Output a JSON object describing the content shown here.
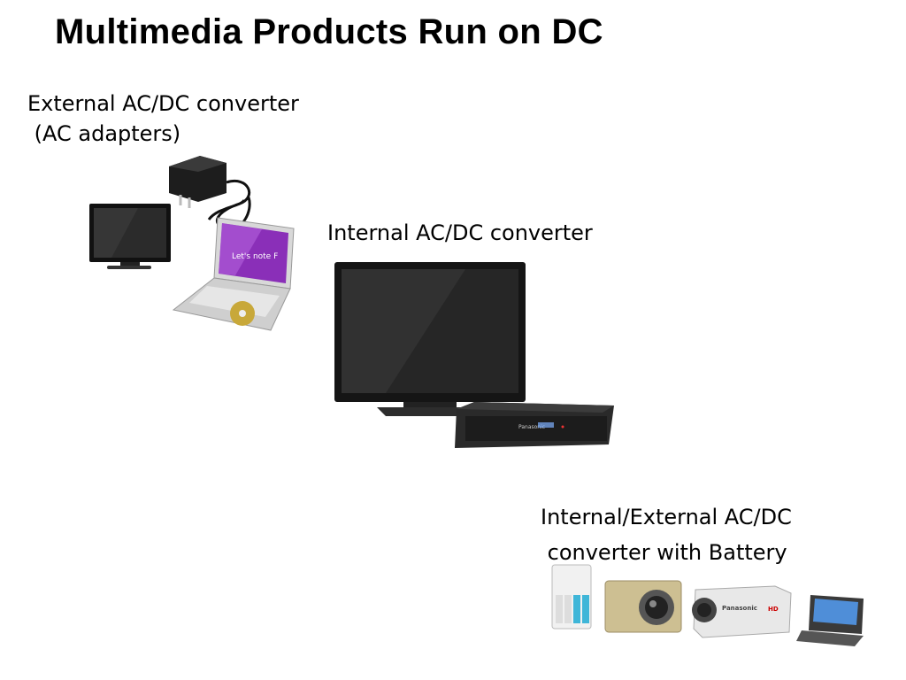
{
  "slide": {
    "title": "Multimedia Products Run on DC"
  },
  "sections": {
    "external": {
      "line1": "External AC/DC converter",
      "line2": " (AC adapters)",
      "devices": [
        "ac-adapter",
        "flat-monitor",
        "laptop"
      ],
      "laptop_screen_text": "Let's note F"
    },
    "internal": {
      "line1": "Internal AC/DC converter",
      "devices": [
        "flat-panel-tv",
        "blu-ray-recorder"
      ],
      "recorder_brand": "Panasonic"
    },
    "battery": {
      "line1": "Internal/External AC/DC",
      "line2": " converter with Battery",
      "devices": [
        "battery-charger",
        "digital-camera",
        "camcorder",
        "portable-player"
      ],
      "camcorder_brand": "Panasonic",
      "camcorder_badge": "HD"
    }
  },
  "colors": {
    "laptop_screen": "#8a2fb8",
    "device_dark": "#1a1a1a",
    "silver": "#c9c9c9",
    "battery_teal": "#3fb6d8",
    "camera_gold": "#cdbf92"
  }
}
